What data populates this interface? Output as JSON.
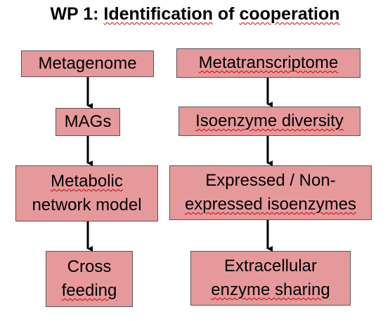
{
  "title": {
    "prefix": "WP 1: ",
    "word1": "Identification",
    "mid": " of ",
    "word2": "cooperation"
  },
  "left_column": {
    "metagenome": "Metagenome",
    "mags": "MAGs",
    "metabolic_line1": "Metabolic",
    "metabolic_line2": "network model",
    "cross_line1": "Cross",
    "cross_line2": "feeding"
  },
  "right_column": {
    "metatranscriptome": "Metatranscriptome",
    "isoenzyme": "Isoenzyme diversity",
    "expressed_line1": "Expressed / Non-",
    "expressed_line2": "expressed isoenzymes",
    "extracellular_line1": "Extracellular",
    "extracellular_line2": "enzyme sharing"
  },
  "colors": {
    "box_fill": "#e6999b",
    "box_border": "#555555",
    "spellcheck_underline": "#d00000"
  }
}
